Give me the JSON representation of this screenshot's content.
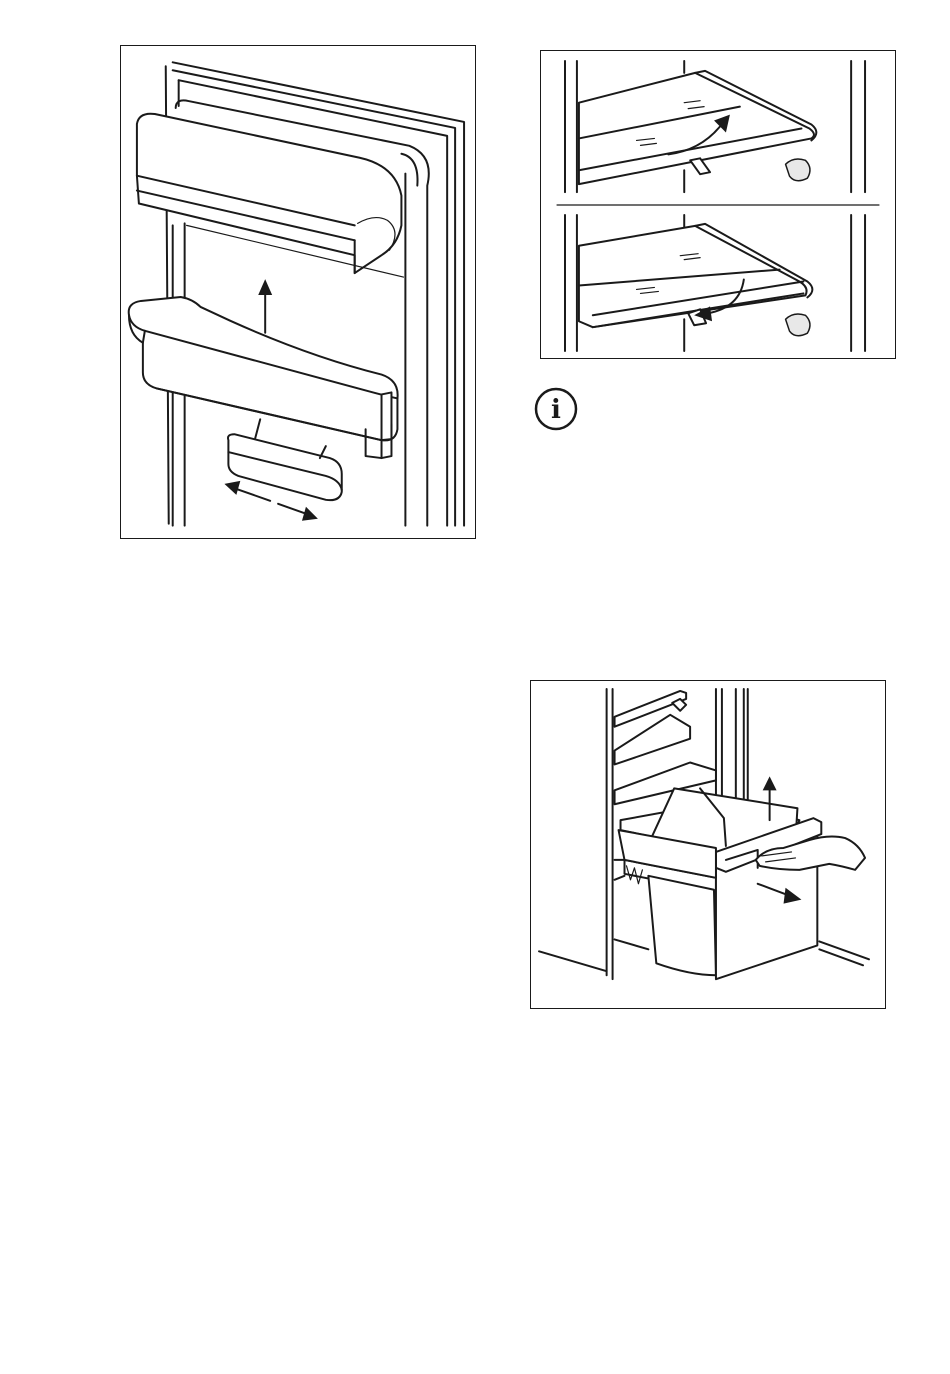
{
  "page": {
    "background": "#ffffff",
    "ink_color": "#1a1a1a"
  },
  "figures": [
    {
      "id": "door-shelf",
      "icons": [
        "arrow-up-icon",
        "double-arrow-horizontal-icon"
      ]
    },
    {
      "id": "shelf-tilt",
      "icons": [
        "curved-arrow-up-icon",
        "curved-arrow-down-icon"
      ]
    },
    {
      "id": "freezer-drawer",
      "icons": [
        "arrow-up-icon",
        "arrow-diagonal-out-icon",
        "hand-icon"
      ]
    }
  ],
  "info_icon": {
    "glyph": "i",
    "icon": "info-icon"
  }
}
